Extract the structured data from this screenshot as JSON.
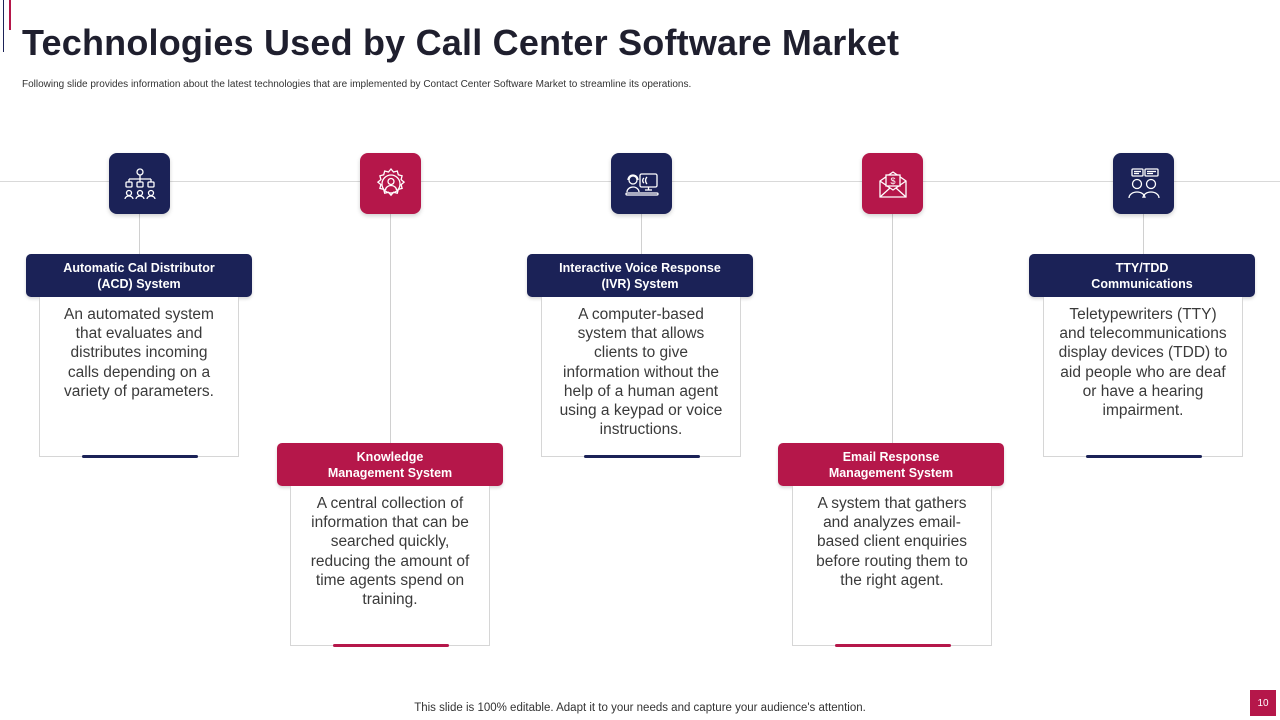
{
  "slide": {
    "title": "Technologies Used by Call Center Software Market",
    "subtitle": "Following slide provides information about the latest technologies that are implemented  by Contact Center Software Market to streamline its operations.",
    "footer": "This slide is 100% editable. Adapt it to your needs and capture your audience's attention.",
    "page_number": "10"
  },
  "colors": {
    "navy": "#1b2257",
    "crimson": "#b5174a"
  },
  "items": [
    {
      "icon": "network-hierarchy-icon",
      "header_line1": "Automatic Cal Distributor",
      "header_line2": "(ACD)  System",
      "description": "An automated system that evaluates and distributes incoming calls depending on a variety of parameters."
    },
    {
      "icon": "gear-person-icon",
      "header_line1": "Knowledge",
      "header_line2": "Management System",
      "description": "A central collection of information that can be searched quickly, reducing the amount of time agents spend on training."
    },
    {
      "icon": "voice-response-icon",
      "header_line1": "Interactive Voice Response",
      "header_line2": "(IVR)  System",
      "description": "A computer-based system that allows clients to give information without the help of a human agent using a keypad or voice instructions."
    },
    {
      "icon": "email-dollar-icon",
      "header_line1": "Email Response",
      "header_line2": "Management System",
      "description": "A system that gathers and analyzes email-based client enquiries before routing them to the right agent."
    },
    {
      "icon": "people-chat-icon",
      "header_line1": "TTY/TDD",
      "header_line2": "Communications",
      "description": "Teletypewriters  (TTY) and telecommunications display devices (TDD) to aid people who are deaf or have a hearing impairment."
    }
  ]
}
